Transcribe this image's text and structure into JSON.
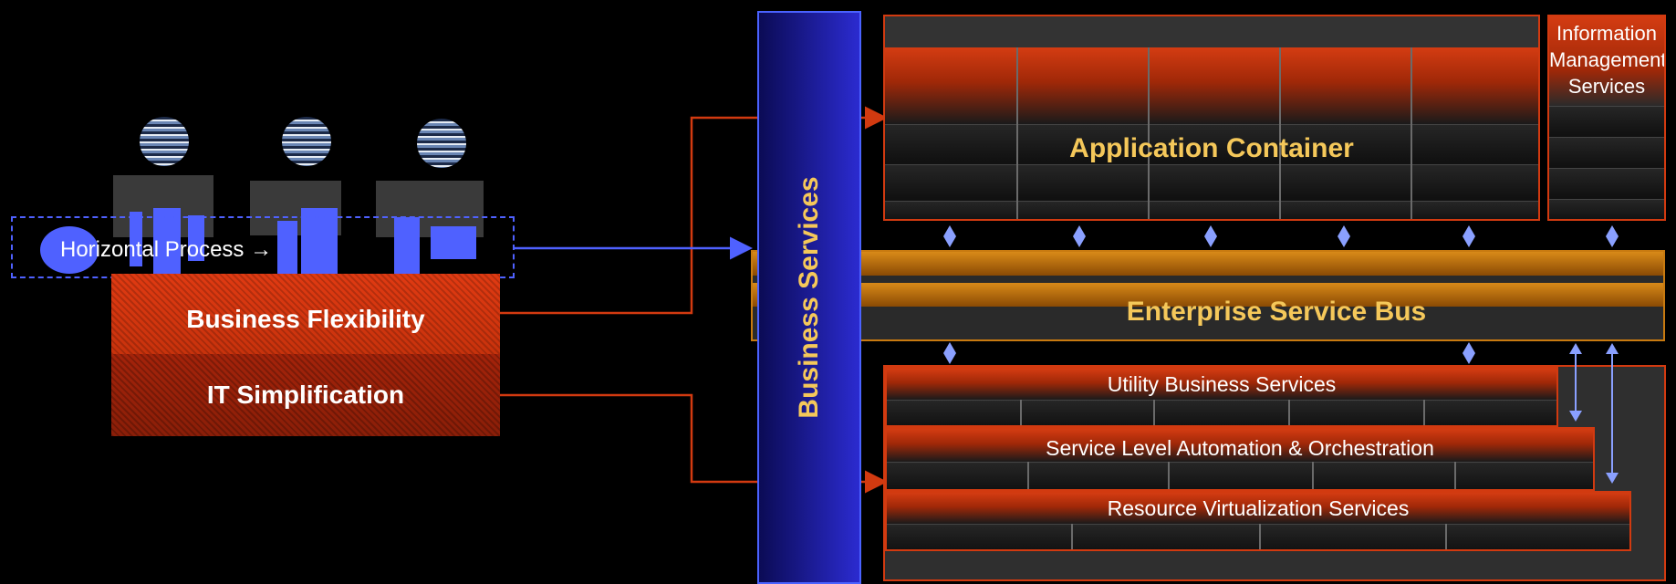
{
  "left": {
    "horizontal_process": "Horizontal Process →",
    "business_flexibility": "Business Flexibility",
    "it_simplification": "IT Simplification"
  },
  "business_services": "Business Services",
  "application_container": "Application Container",
  "information_management": [
    "Information",
    "Management",
    "Services"
  ],
  "enterprise_service_bus": "Enterprise Service Bus",
  "layers": {
    "utility": "Utility Business Services",
    "service_level": "Service Level Automation & Orchestration",
    "resource": "Resource Virtualization Services"
  },
  "colors": {
    "accent_blue": "#4f61ff",
    "label_gold": "#f5c85a",
    "brand_red": "#d43c12",
    "esb_orange": "#c87a10"
  }
}
